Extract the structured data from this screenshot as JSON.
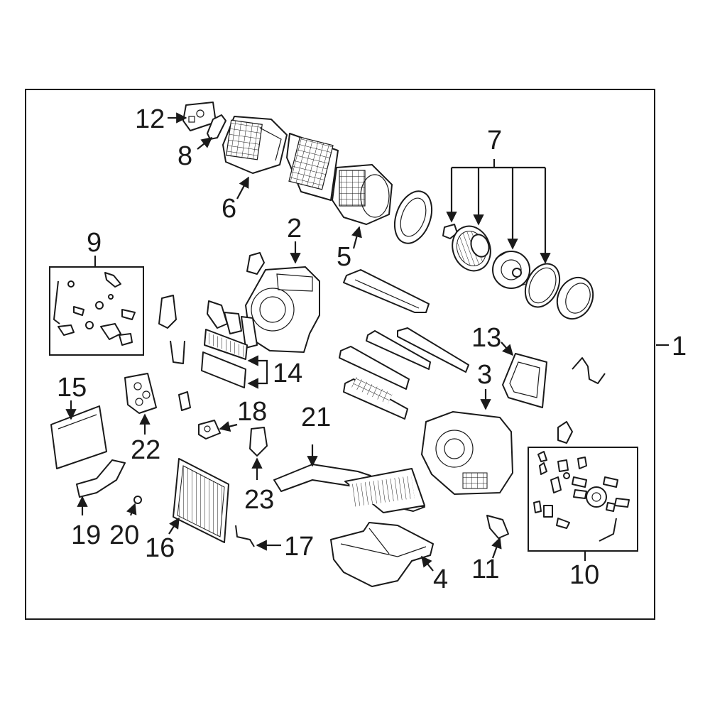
{
  "diagram": {
    "colors": {
      "line": "#1a1a1a",
      "background": "#ffffff"
    },
    "callouts": {
      "c1": "1",
      "c2": "2",
      "c3": "3",
      "c4": "4",
      "c5": "5",
      "c6": "6",
      "c7": "7",
      "c8": "8",
      "c9": "9",
      "c10": "10",
      "c11": "11",
      "c12": "12",
      "c13": "13",
      "c14": "14",
      "c15": "15",
      "c16": "16",
      "c17": "17",
      "c18": "18",
      "c19": "19",
      "c20": "20",
      "c21": "21",
      "c22": "22",
      "c23": "23"
    }
  }
}
